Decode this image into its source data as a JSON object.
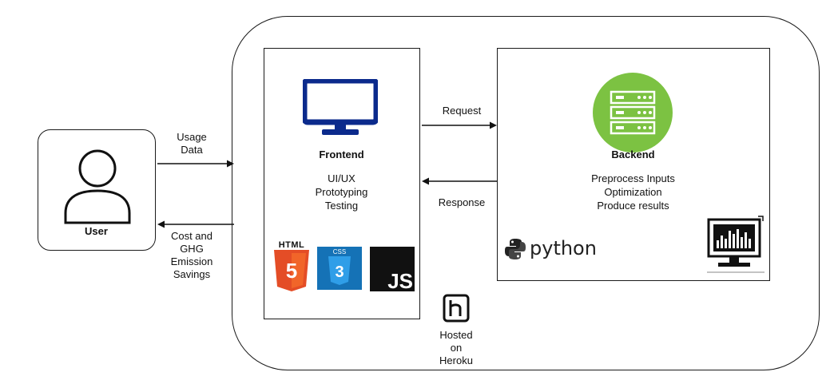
{
  "user": {
    "label": "User"
  },
  "frontend": {
    "title": "Frontend",
    "lines": [
      "UI/UX",
      "Prototyping",
      "Testing"
    ]
  },
  "backend": {
    "title": "Backend",
    "lines": [
      "Preprocess Inputs",
      "Optimization",
      "Produce results"
    ]
  },
  "arrows": {
    "usage": [
      "Usage",
      "Data"
    ],
    "cost": [
      "Cost and",
      "GHG",
      "Emission",
      "Savings"
    ],
    "request": "Request",
    "response": "Response"
  },
  "tech_logos": {
    "html": "HTML",
    "css": "CSS",
    "js": "JS",
    "python": "python"
  },
  "hosting": {
    "lines": [
      "Hosted",
      "on",
      "Heroku"
    ]
  },
  "colors": {
    "monitor_blue": "#0b2a8c",
    "server_green": "#7cc242",
    "html_orange": "#e44d26",
    "css_blue": "#1572b6",
    "js_black": "#111111",
    "heroku_black": "#111111"
  },
  "icons": [
    "user-icon",
    "monitor-icon",
    "server-icon",
    "html5-icon",
    "css3-icon",
    "js-icon",
    "python-icon",
    "dashboard-icon",
    "heroku-icon"
  ]
}
